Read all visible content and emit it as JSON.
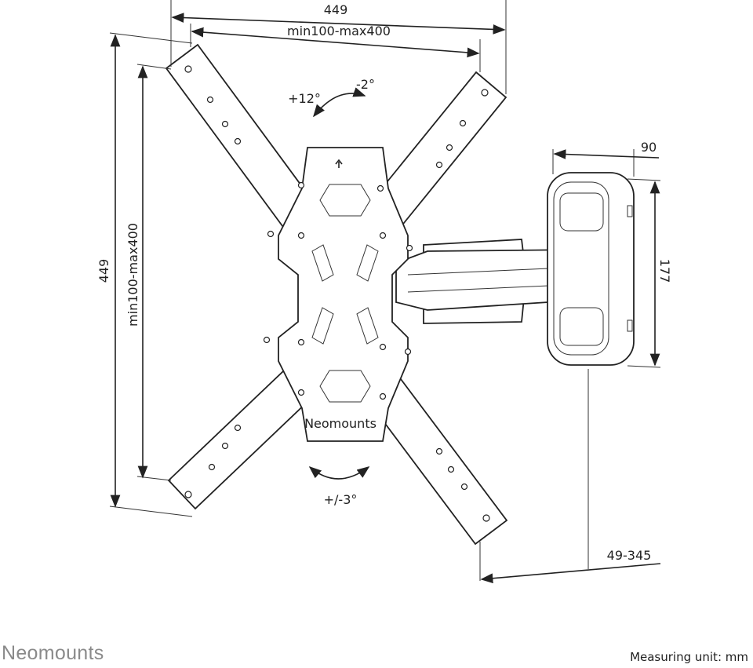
{
  "dimensions": {
    "top_overall": "449",
    "top_vesa": "min100-max400",
    "left_overall": "449",
    "left_vesa": "min100-max400",
    "wall_plate_depth": "90",
    "wall_plate_height": "177",
    "extension": "49-345"
  },
  "angles": {
    "tilt_up": "+12°",
    "tilt_down": "-2°",
    "rotation": "+/-3°"
  },
  "plate_brand": "Neomounts",
  "footer": {
    "brand": "Neomounts",
    "unit_note": "Measuring unit: mm"
  }
}
